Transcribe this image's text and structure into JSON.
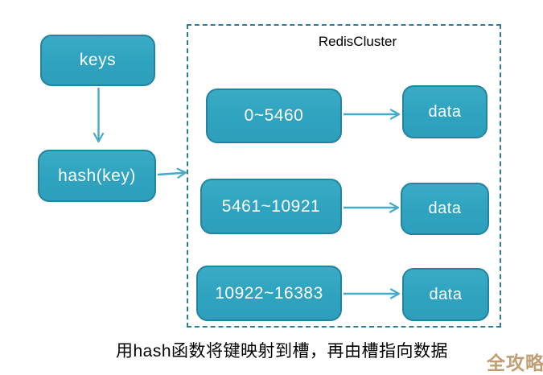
{
  "diagram": {
    "nodes": {
      "keys": "keys",
      "hash": "hash(key)"
    },
    "cluster": {
      "title": "RedisCluster",
      "slots": [
        {
          "range": "0~5460",
          "target": "data"
        },
        {
          "range": "5461~10921",
          "target": "data"
        },
        {
          "range": "10922~16383",
          "target": "data"
        }
      ]
    },
    "caption": "用hash函数将键映射到槽，再由槽指向数据",
    "watermark": "全攻略",
    "colors": {
      "node_fill": "#31a7c1",
      "node_border": "#2383a1",
      "node_text": "#ffffff",
      "arrow": "#45aac9",
      "cluster_border": "#2b7e96",
      "title_text": "#000000",
      "caption_text": "#000000",
      "watermark_text": "#bf9e73"
    }
  }
}
